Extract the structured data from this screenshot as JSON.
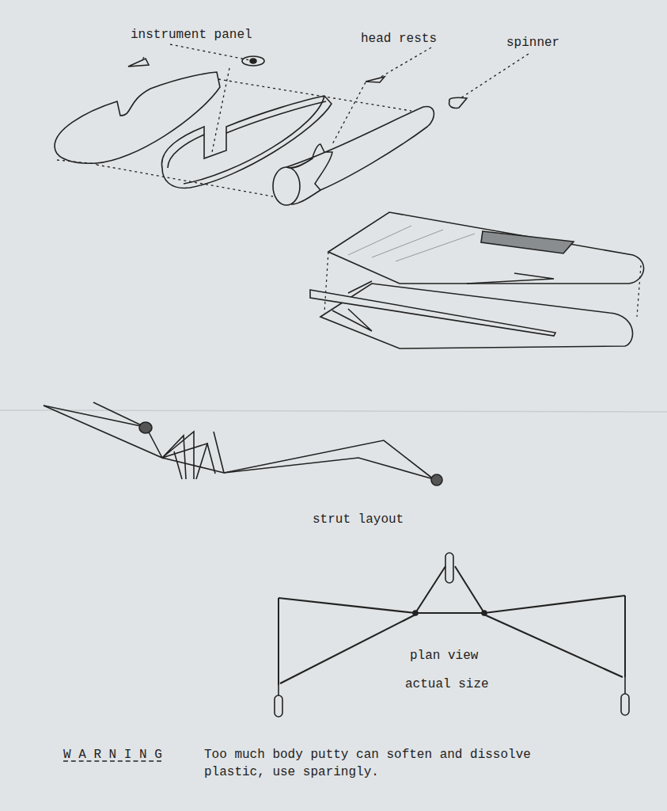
{
  "diagram": {
    "labels": [
      "instrument panel",
      "head rests",
      "spinner",
      "strut layout",
      "plan view",
      "actual size",
      "W A R N I N G",
      "Too much body putty can soften and dissolve plastic, use sparingly."
    ]
  }
}
